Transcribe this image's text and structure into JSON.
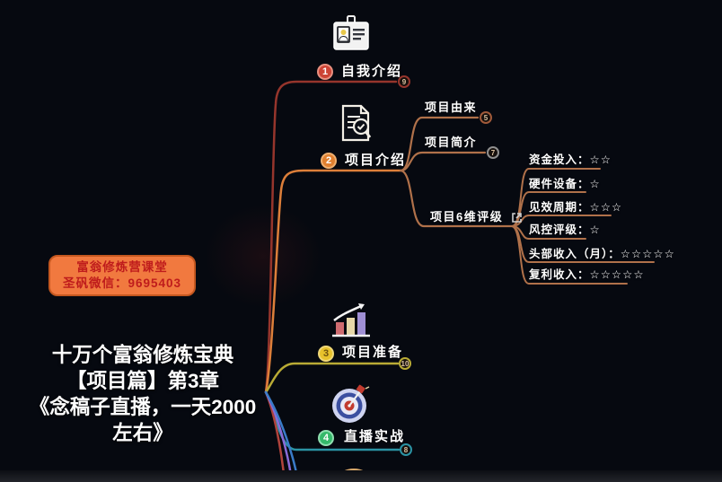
{
  "app": "mind-map-canvas",
  "colors": {
    "background": "#060910",
    "branch_intro": "#96352c",
    "branch_project": "#dd7f3a",
    "branch_sub": "#b0714a",
    "branch_prepare": "#b9ab35",
    "branch_live": "#2b93a4",
    "branch_down_red": "#b0433c",
    "branch_down_purple": "#8a6bd8",
    "branch_down_blue": "#3a7bc8",
    "badge1": "#cc4335",
    "badge2": "#e08030",
    "badge3": "#e8c22c",
    "badge4": "#35b96a",
    "promo_bg": "#f1793f",
    "promo_text": "#bf1c1c"
  },
  "icons": {
    "top": "id-card-icon",
    "project": "document-search-icon",
    "prepare": "bar-chart-growth-icon",
    "live": "dartboard-icon",
    "rating_link": "hyperlink-icon"
  },
  "nodes": {
    "intro": {
      "num": "1",
      "label": "自我介绍",
      "count": "9"
    },
    "project": {
      "num": "2",
      "label": "项目介绍"
    },
    "origin": {
      "label": "项目由来",
      "count": "5"
    },
    "brief": {
      "label": "项目简介",
      "count": "7"
    },
    "rating": {
      "label": "项目6维评级"
    },
    "ratings": [
      {
        "text": "资金投入：☆☆"
      },
      {
        "text": "硬件设备：☆"
      },
      {
        "text": "见效周期：☆☆☆"
      },
      {
        "text": "风控评级：☆"
      },
      {
        "text": "头部收入（月）：☆☆☆☆☆"
      },
      {
        "text": "复利收入：☆☆☆☆☆"
      }
    ],
    "prepare": {
      "num": "3",
      "label": "项目准备",
      "count": "10"
    },
    "live": {
      "num": "4",
      "label": "直播实战",
      "count": "8"
    }
  },
  "promo": {
    "line1": "富翁修炼营课堂",
    "line2": "圣矾微信：9695403"
  },
  "title": {
    "line1": "十万个富翁修炼宝典",
    "line2": "【项目篇】第3章",
    "line3": "《念稿子直播，一天2000",
    "line4": "左右》"
  }
}
